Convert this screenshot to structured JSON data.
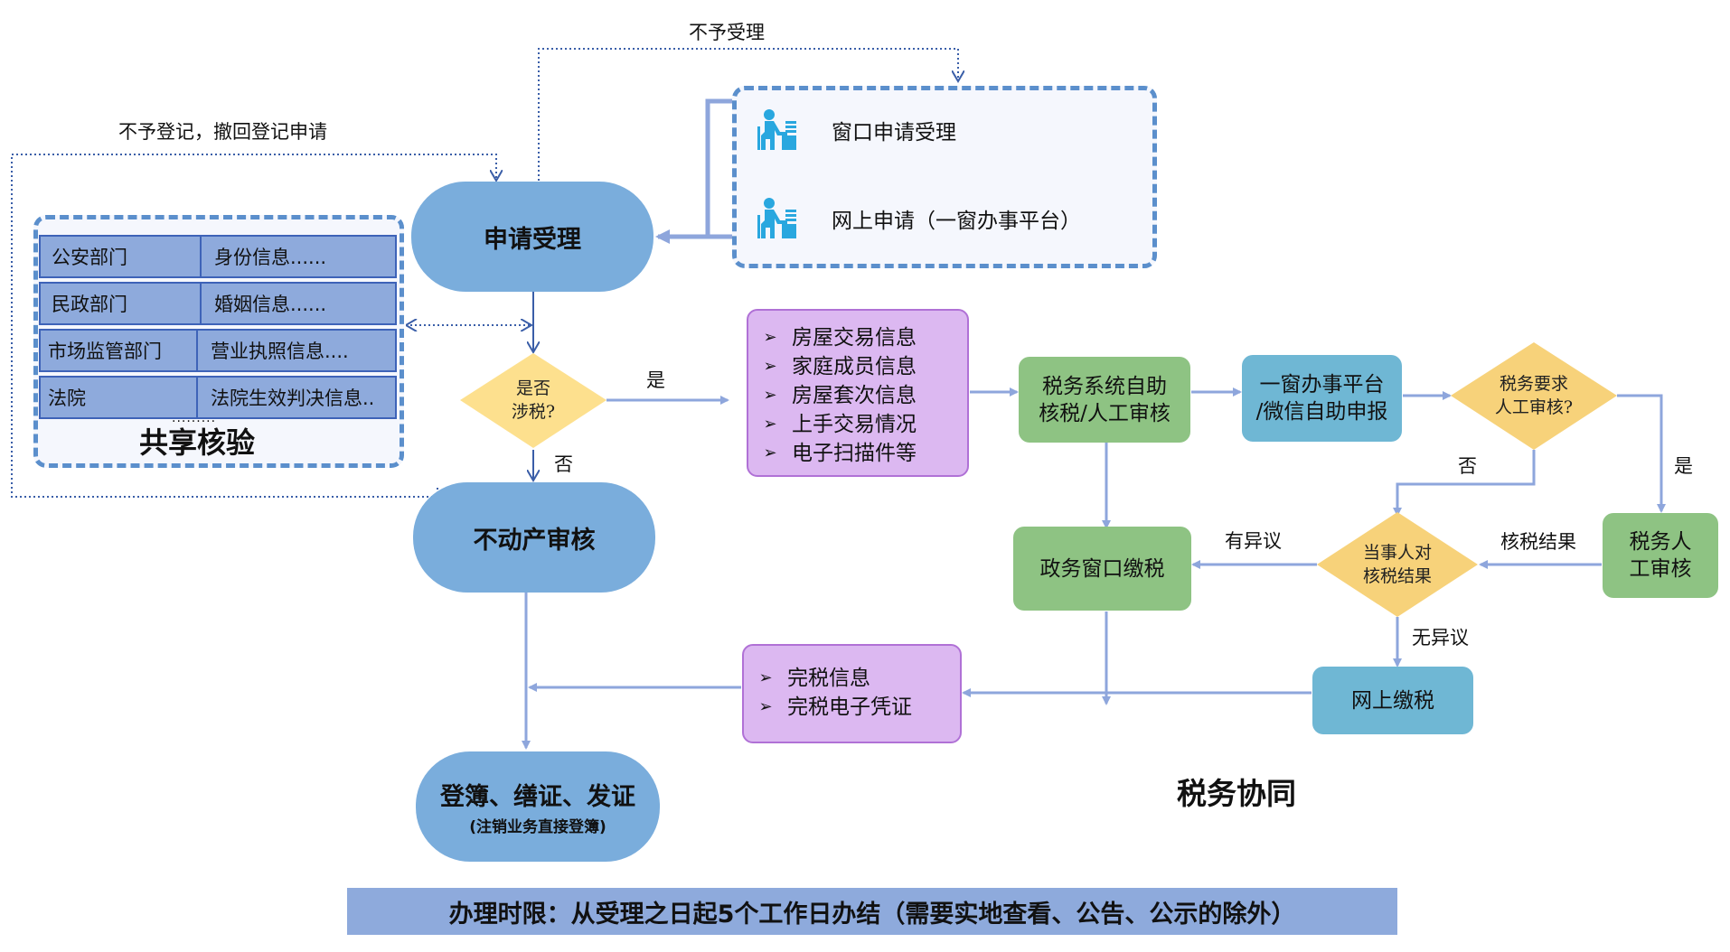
{
  "colors": {
    "oval": "#7aaddc",
    "decision": "#fadc8a",
    "green_box": "#8ec383",
    "teal_box": "#6fb7d4",
    "purple_box": "#dcb8f1",
    "panel_border": "#5b8fcc",
    "connector": "#8ea6dc",
    "icon": "#29a7df",
    "banner": "#8eaadc"
  },
  "feedback_labels": {
    "reject_acceptance": "不予受理",
    "reject_registration": "不予登记，撤回登记申请"
  },
  "application_channels": {
    "items": [
      {
        "icon": "person-at-desk-icon",
        "label": "窗口申请受理"
      },
      {
        "icon": "person-at-desk-icon",
        "label": "网上申请（一窗办事平台）"
      }
    ]
  },
  "shared_verification": {
    "rows": [
      {
        "department": "公安部门",
        "info": "身份信息......"
      },
      {
        "department": "民政部门",
        "info": "婚姻信息......"
      },
      {
        "department": "市场监管部门",
        "info": "营业执照信息...."
      },
      {
        "department": "法院",
        "info": "法院生效判决信息.."
      }
    ],
    "ellipsis": ".........",
    "title": "共享核验"
  },
  "main_flow": {
    "apply": "申请受理",
    "tax_question": {
      "line1": "是否",
      "line2": "涉税?"
    },
    "yes": "是",
    "no": "否",
    "property_review": "不动产审核",
    "register": {
      "main": "登簿、缮证、发证",
      "sub": "(注销业务直接登簿)"
    }
  },
  "tax_collab": {
    "title": "税务协同",
    "input_info": {
      "bullet": "➢",
      "items": [
        "房屋交易信息",
        "家庭成员信息",
        "房屋套次信息",
        "上手交易情况",
        "电子扫描件等"
      ]
    },
    "self_check": {
      "line1": "税务系统自助",
      "line2": "核税/人工审核"
    },
    "one_window": {
      "line1": "一窗办事平台",
      "line2": "/微信自助申报"
    },
    "manual_question": {
      "line1": "税务要求",
      "line2": "人工审核?"
    },
    "no_label": "否",
    "yes_label": "是",
    "manual_review": {
      "line1": "税务人",
      "line2": "工审核"
    },
    "result_label": "核税结果",
    "party_question": {
      "line1": "当事人对",
      "line2": "核税结果"
    },
    "objection_label": "有异议",
    "no_objection_label": "无异议",
    "window_pay": "政务窗口缴税",
    "online_pay": "网上缴税",
    "output_info": {
      "bullet": "➢",
      "items": [
        "完税信息",
        "完税电子凭证"
      ]
    }
  },
  "banner": {
    "text": "办理时限：从受理之日起5个工作日办结（需要实地查看、公告、公示的除外）"
  }
}
